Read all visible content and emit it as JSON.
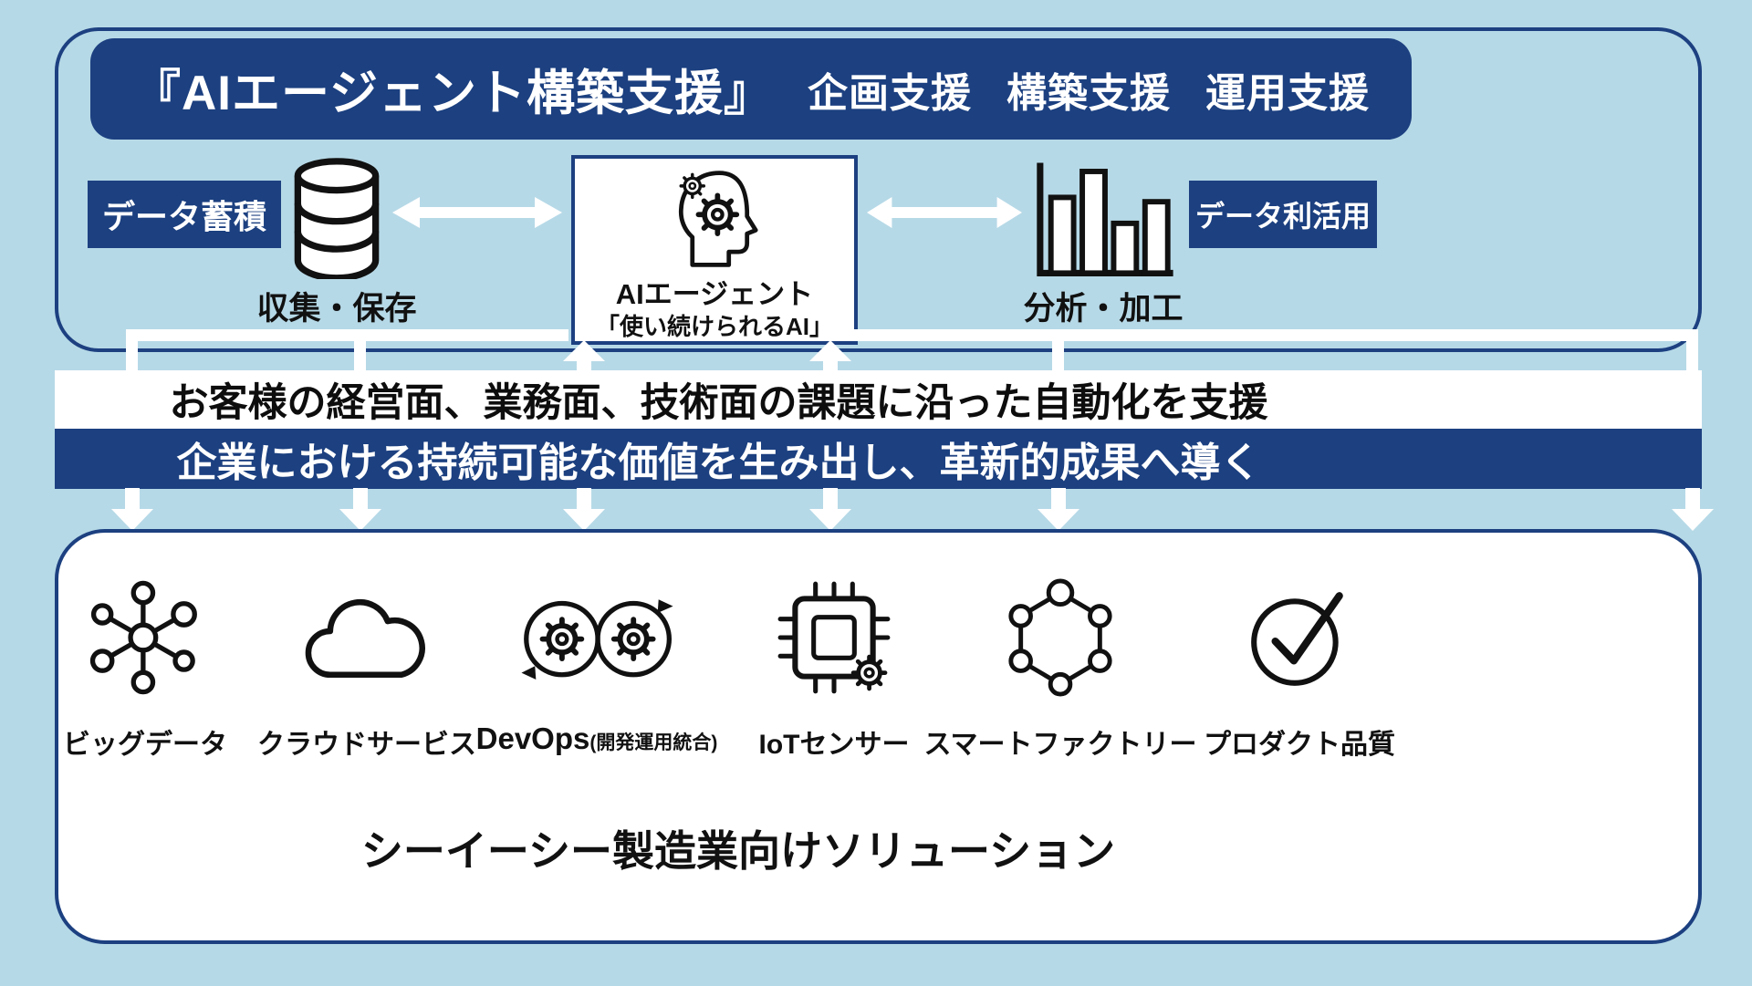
{
  "colors": {
    "background": "#b6d9e7",
    "navy": "#1c4080",
    "white": "#ffffff",
    "ink": "#111111"
  },
  "header": {
    "title": "『AIエージェント構築支援』",
    "services": [
      "企画支援",
      "構築支援",
      "運用支援"
    ]
  },
  "top_section": {
    "left_badge": "データ蓄積",
    "left_icon": "database-icon",
    "left_caption": "収集・保存",
    "center_box": {
      "icon": "ai-head-gears-icon",
      "title": "AIエージェント",
      "subtitle": "「使い続けられるAI」"
    },
    "right_icon": "bar-chart-icon",
    "right_caption": "分析・加工",
    "right_badge": "データ利活用"
  },
  "bands": {
    "white_band": "お客様の経営面、業務面、技術面の課題に沿った自動化を支援",
    "navy_band": "企業における持続可能な価値を生み出し、革新的成果へ導く"
  },
  "solutions": {
    "items": [
      {
        "label": "ビッグデータ",
        "icon": "big-data-network-icon"
      },
      {
        "label": "クラウドサービス",
        "icon": "cloud-icon"
      },
      {
        "label": "DevOps",
        "label_suffix": "(開発運用統合)",
        "icon": "devops-loop-icon"
      },
      {
        "label": "IoTセンサー",
        "icon": "iot-chip-icon"
      },
      {
        "label": "スマートファクトリー",
        "icon": "smart-factory-network-icon"
      },
      {
        "label": "プロダクト品質",
        "icon": "quality-check-icon"
      }
    ],
    "title": "シーイーシー製造業向けソリューション"
  }
}
